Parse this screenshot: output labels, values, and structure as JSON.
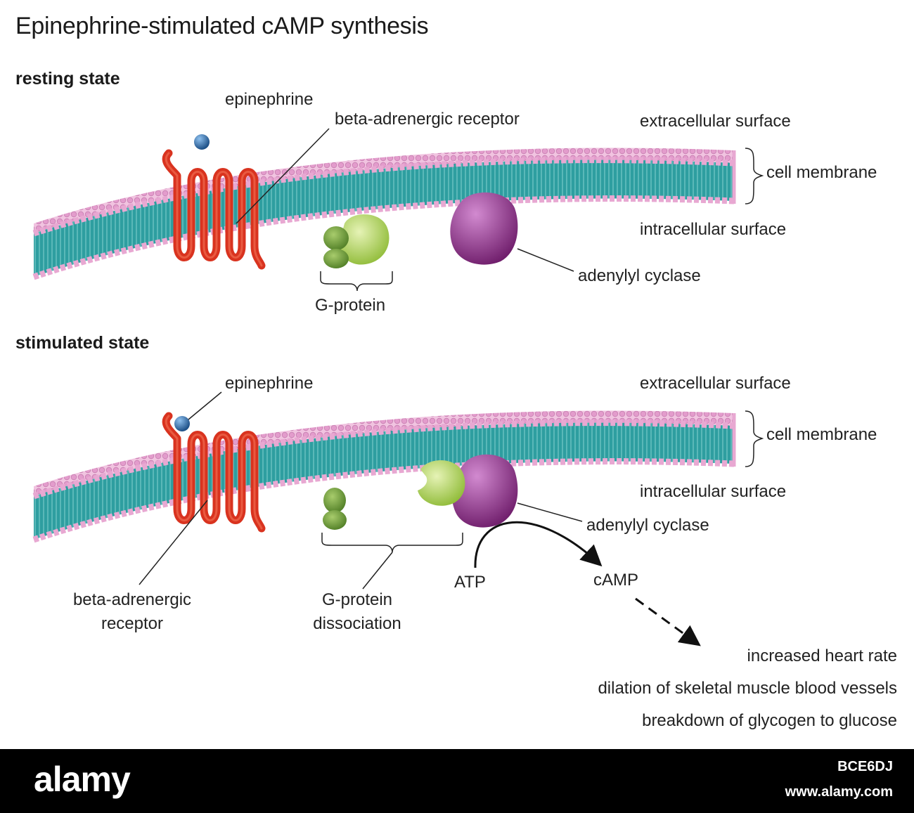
{
  "title": "Epinephrine-stimulated cAMP synthesis",
  "resting": {
    "heading": "resting state",
    "epinephrine": "epinephrine",
    "receptor": "beta-adrenergic receptor",
    "extracellular": "extracellular surface",
    "membrane": "cell membrane",
    "intracellular": "intracellular surface",
    "cyclase": "adenylyl cyclase",
    "gprotein": "G-protein"
  },
  "stimulated": {
    "heading": "stimulated state",
    "epinephrine": "epinephrine",
    "extracellular": "extracellular surface",
    "membrane": "cell membrane",
    "intracellular": "intracellular surface",
    "cyclase": "adenylyl cyclase",
    "receptor_line1": "beta-adrenergic",
    "receptor_line2": "receptor",
    "gprotein_line1": "G-protein",
    "gprotein_line2": "dissociation",
    "atp": "ATP",
    "camp": "cAMP",
    "effects": [
      "increased heart rate",
      "dilation of skeletal muscle blood vessels",
      "breakdown of glycogen to glucose"
    ]
  },
  "footer": {
    "brand": "alamy",
    "code": "BCE6DJ",
    "url": "www.alamy.com"
  },
  "colors": {
    "membrane_core": "#2e9ea0",
    "lipid_heads": "#e8a8d2",
    "receptor": "#d9331f",
    "gprotein": "#a6cc4a",
    "gprotein_small": "#6f9a38",
    "cyclase": "#8a2d86",
    "epinephrine": "#2a68a8"
  }
}
